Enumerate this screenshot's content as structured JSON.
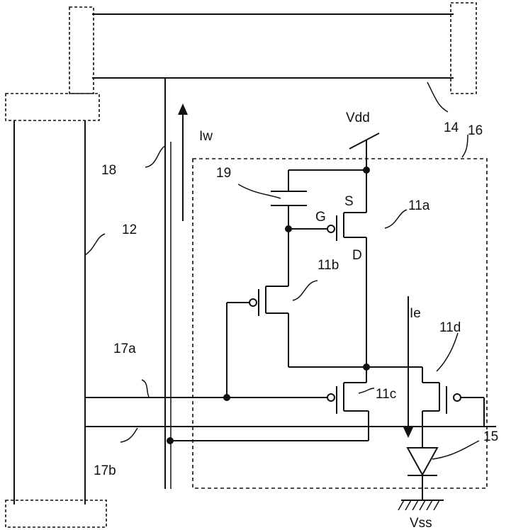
{
  "labels": {
    "vdd": "Vdd",
    "vss": "Vss",
    "iw": "Iw",
    "ie": "Ie",
    "ref_12": "12",
    "ref_14": "14",
    "ref_15": "15",
    "ref_16": "16",
    "ref_17a": "17a",
    "ref_17b": "17b",
    "ref_18": "18",
    "ref_19": "19",
    "ref_11a": "11a",
    "ref_11b": "11b",
    "ref_11c": "11c",
    "ref_11d": "11d",
    "pin_s": "S",
    "pin_g": "G",
    "pin_d": "D"
  }
}
